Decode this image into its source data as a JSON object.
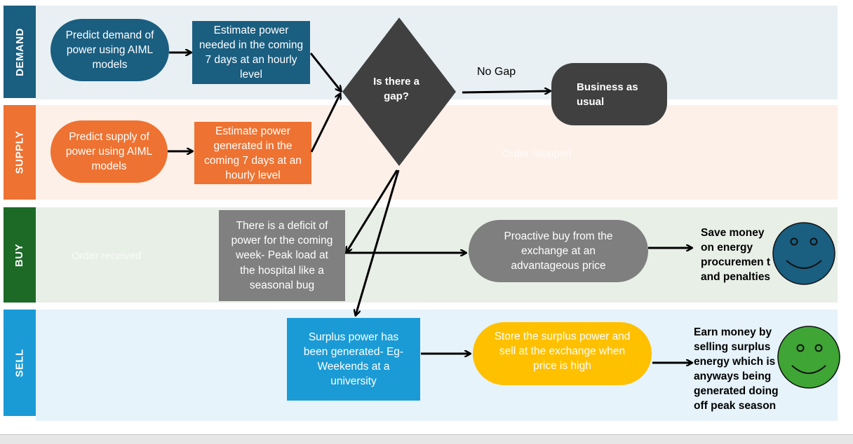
{
  "colors": {
    "demand": "#1a5e80",
    "supply": "#ee7231",
    "buy": "#1c6a26",
    "sell": "#1a9bd6",
    "gray_dark": "#404040",
    "gray_mid": "#7f7f7f",
    "gray_box": "#808080",
    "gold": "#ffc000",
    "face_blue": "#1a5e80",
    "face_green": "#3fa535"
  },
  "lanes": {
    "demand": "DEMAND",
    "supply": "SUPPLY",
    "buy": "BUY",
    "sell": "SELL"
  },
  "nodes": {
    "predict_demand": "Predict demand of power using AIML models",
    "estimate_demand": "Estimate power needed in the coming 7 days at an hourly level",
    "predict_supply": "Predict supply of power using AIML models",
    "estimate_supply": "Estimate power generated in the coming 7 days at an hourly level",
    "gap_question": "Is there a gap?",
    "no_gap_label": "No Gap",
    "business_as_usual": "Business as usual",
    "deficit": "There is a deficit of power for the coming week- Peak load at the hospital like a seasonal bug",
    "proactive_buy": "Proactive buy from the exchange at an advantageous price",
    "save_money": "Save money on energy procuremen t and penalties",
    "surplus": "Surplus power has been generated- Eg- Weekends at a university",
    "store_sell": "Store the surplus power and sell at the exchange when price is high",
    "earn_money": "Earn money by selling surplus energy which is anyways being generated doing off peak season"
  },
  "ghost_text": {
    "order_stopped": "Order Stopped",
    "order_received": "Order received"
  },
  "icons": {
    "face_buy": "smiley-face-icon",
    "face_sell": "smiley-face-icon"
  }
}
